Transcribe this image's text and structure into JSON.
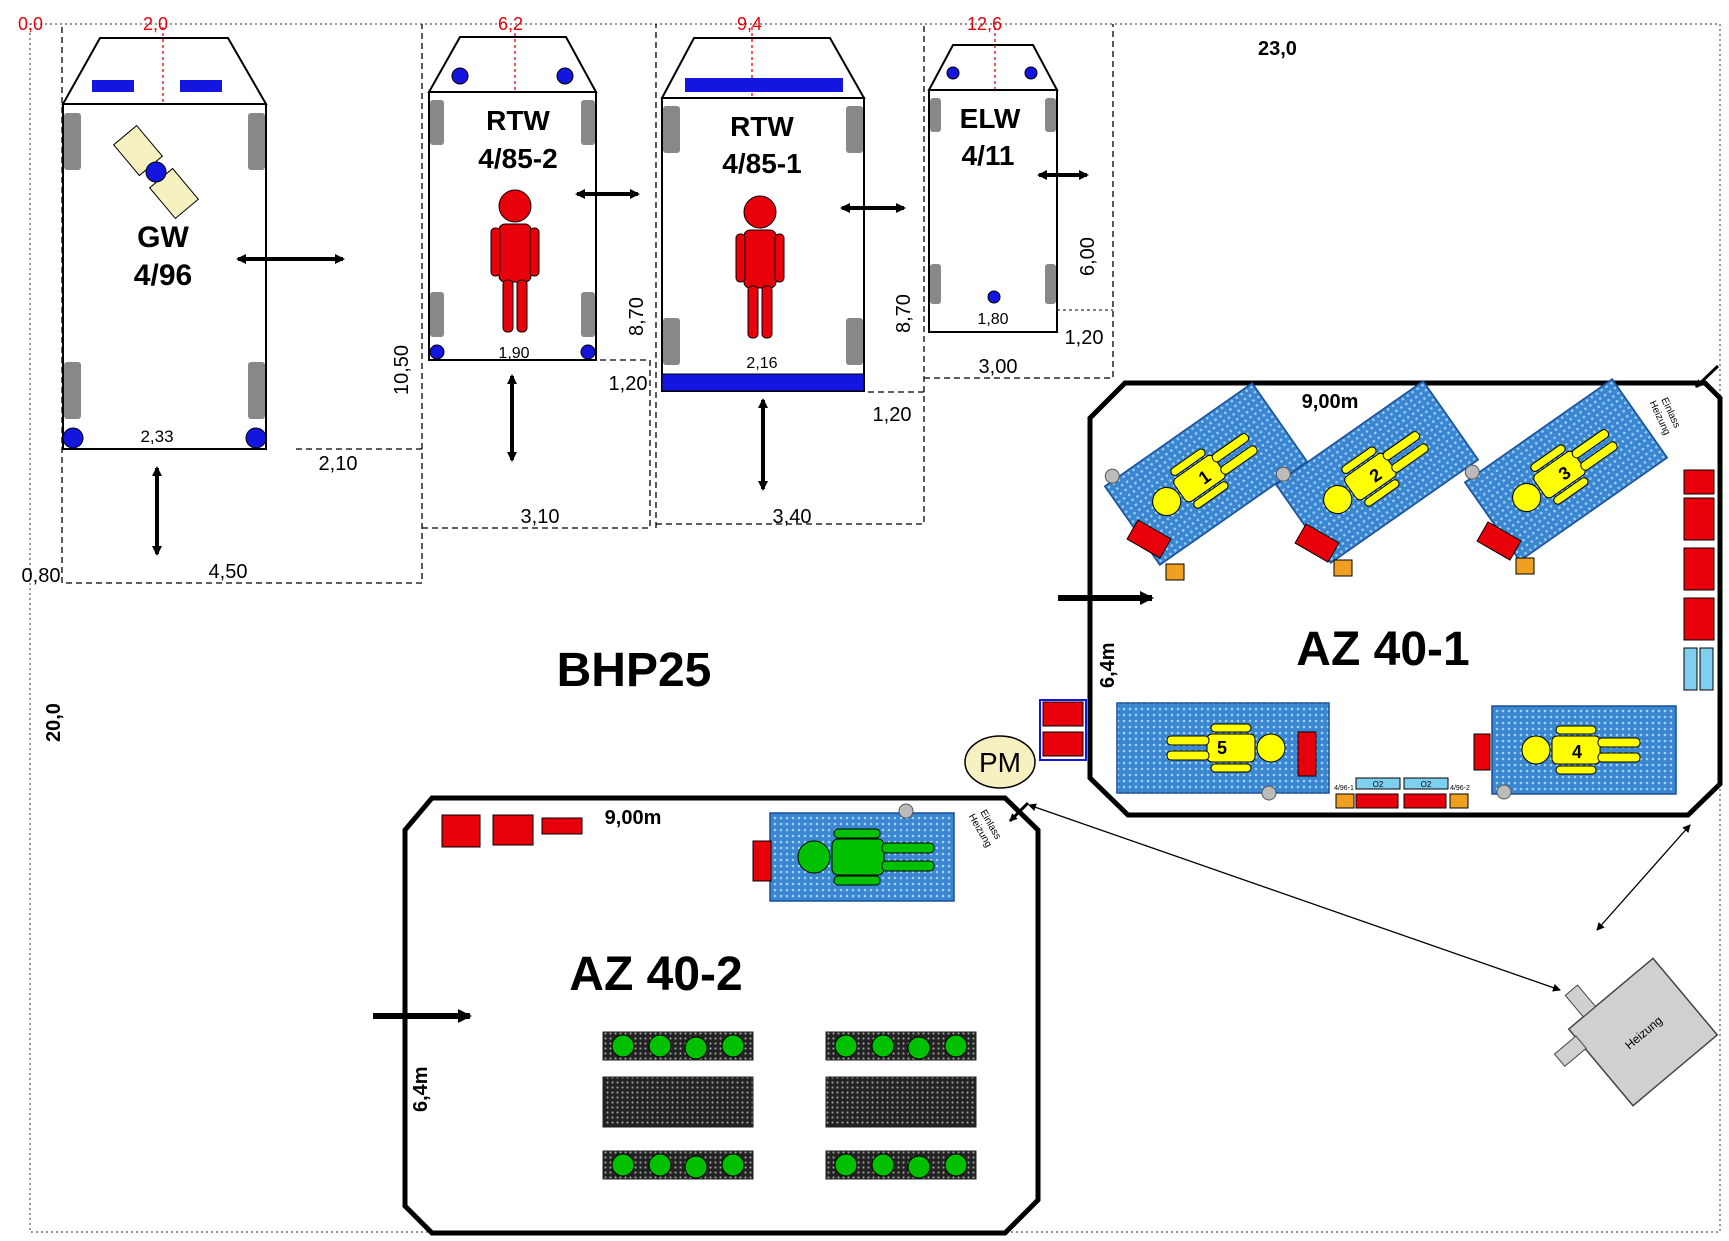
{
  "scale": {
    "x0": "0,0",
    "x1": "2,0",
    "x2": "6,2",
    "x3": "9,4",
    "x4": "12,6",
    "width": "23,0",
    "height": "20,0"
  },
  "title": "BHP25",
  "vehicles": {
    "gw": {
      "name": "GW",
      "number": "4/96",
      "width": "2,33",
      "side": "2,10",
      "length": "10,50",
      "rear": "4,50",
      "corner": "0,80"
    },
    "rtw2": {
      "name": "RTW",
      "number": "4/85-2",
      "width": "1,90",
      "side": "1,20",
      "length": "8,70",
      "rear": "3,10"
    },
    "rtw1": {
      "name": "RTW",
      "number": "4/85-1",
      "width": "2,16",
      "side": "1,20",
      "length": "8,70",
      "rear": "3,40"
    },
    "elw": {
      "name": "ELW",
      "number": "4/11",
      "width": "1,80",
      "side": "1,20",
      "length": "6,00",
      "rear": "3,00"
    }
  },
  "tent1": {
    "name": "AZ 40-1",
    "width": "9,00m",
    "depth": "6,4m",
    "inlet": [
      "Einlass",
      "Heizung"
    ],
    "stations": [
      "1",
      "2",
      "3",
      "4",
      "5"
    ],
    "supplies": [
      "O2",
      "O2"
    ],
    "labels": [
      "4/96-1",
      "4/96-2"
    ]
  },
  "tent2": {
    "name": "AZ 40-2",
    "width": "9,00m",
    "depth": "6,4m",
    "inlet": [
      "Einlass",
      "Heizung"
    ]
  },
  "pm": "PM",
  "heater": "Heizung",
  "colors": {
    "red": "#e8000a",
    "blue": "#1515e0",
    "patient": "#ffff00",
    "mat": "#3a86d0",
    "green": "#00c000",
    "supply": "#7fd0f0",
    "orange": "#f0a020"
  }
}
